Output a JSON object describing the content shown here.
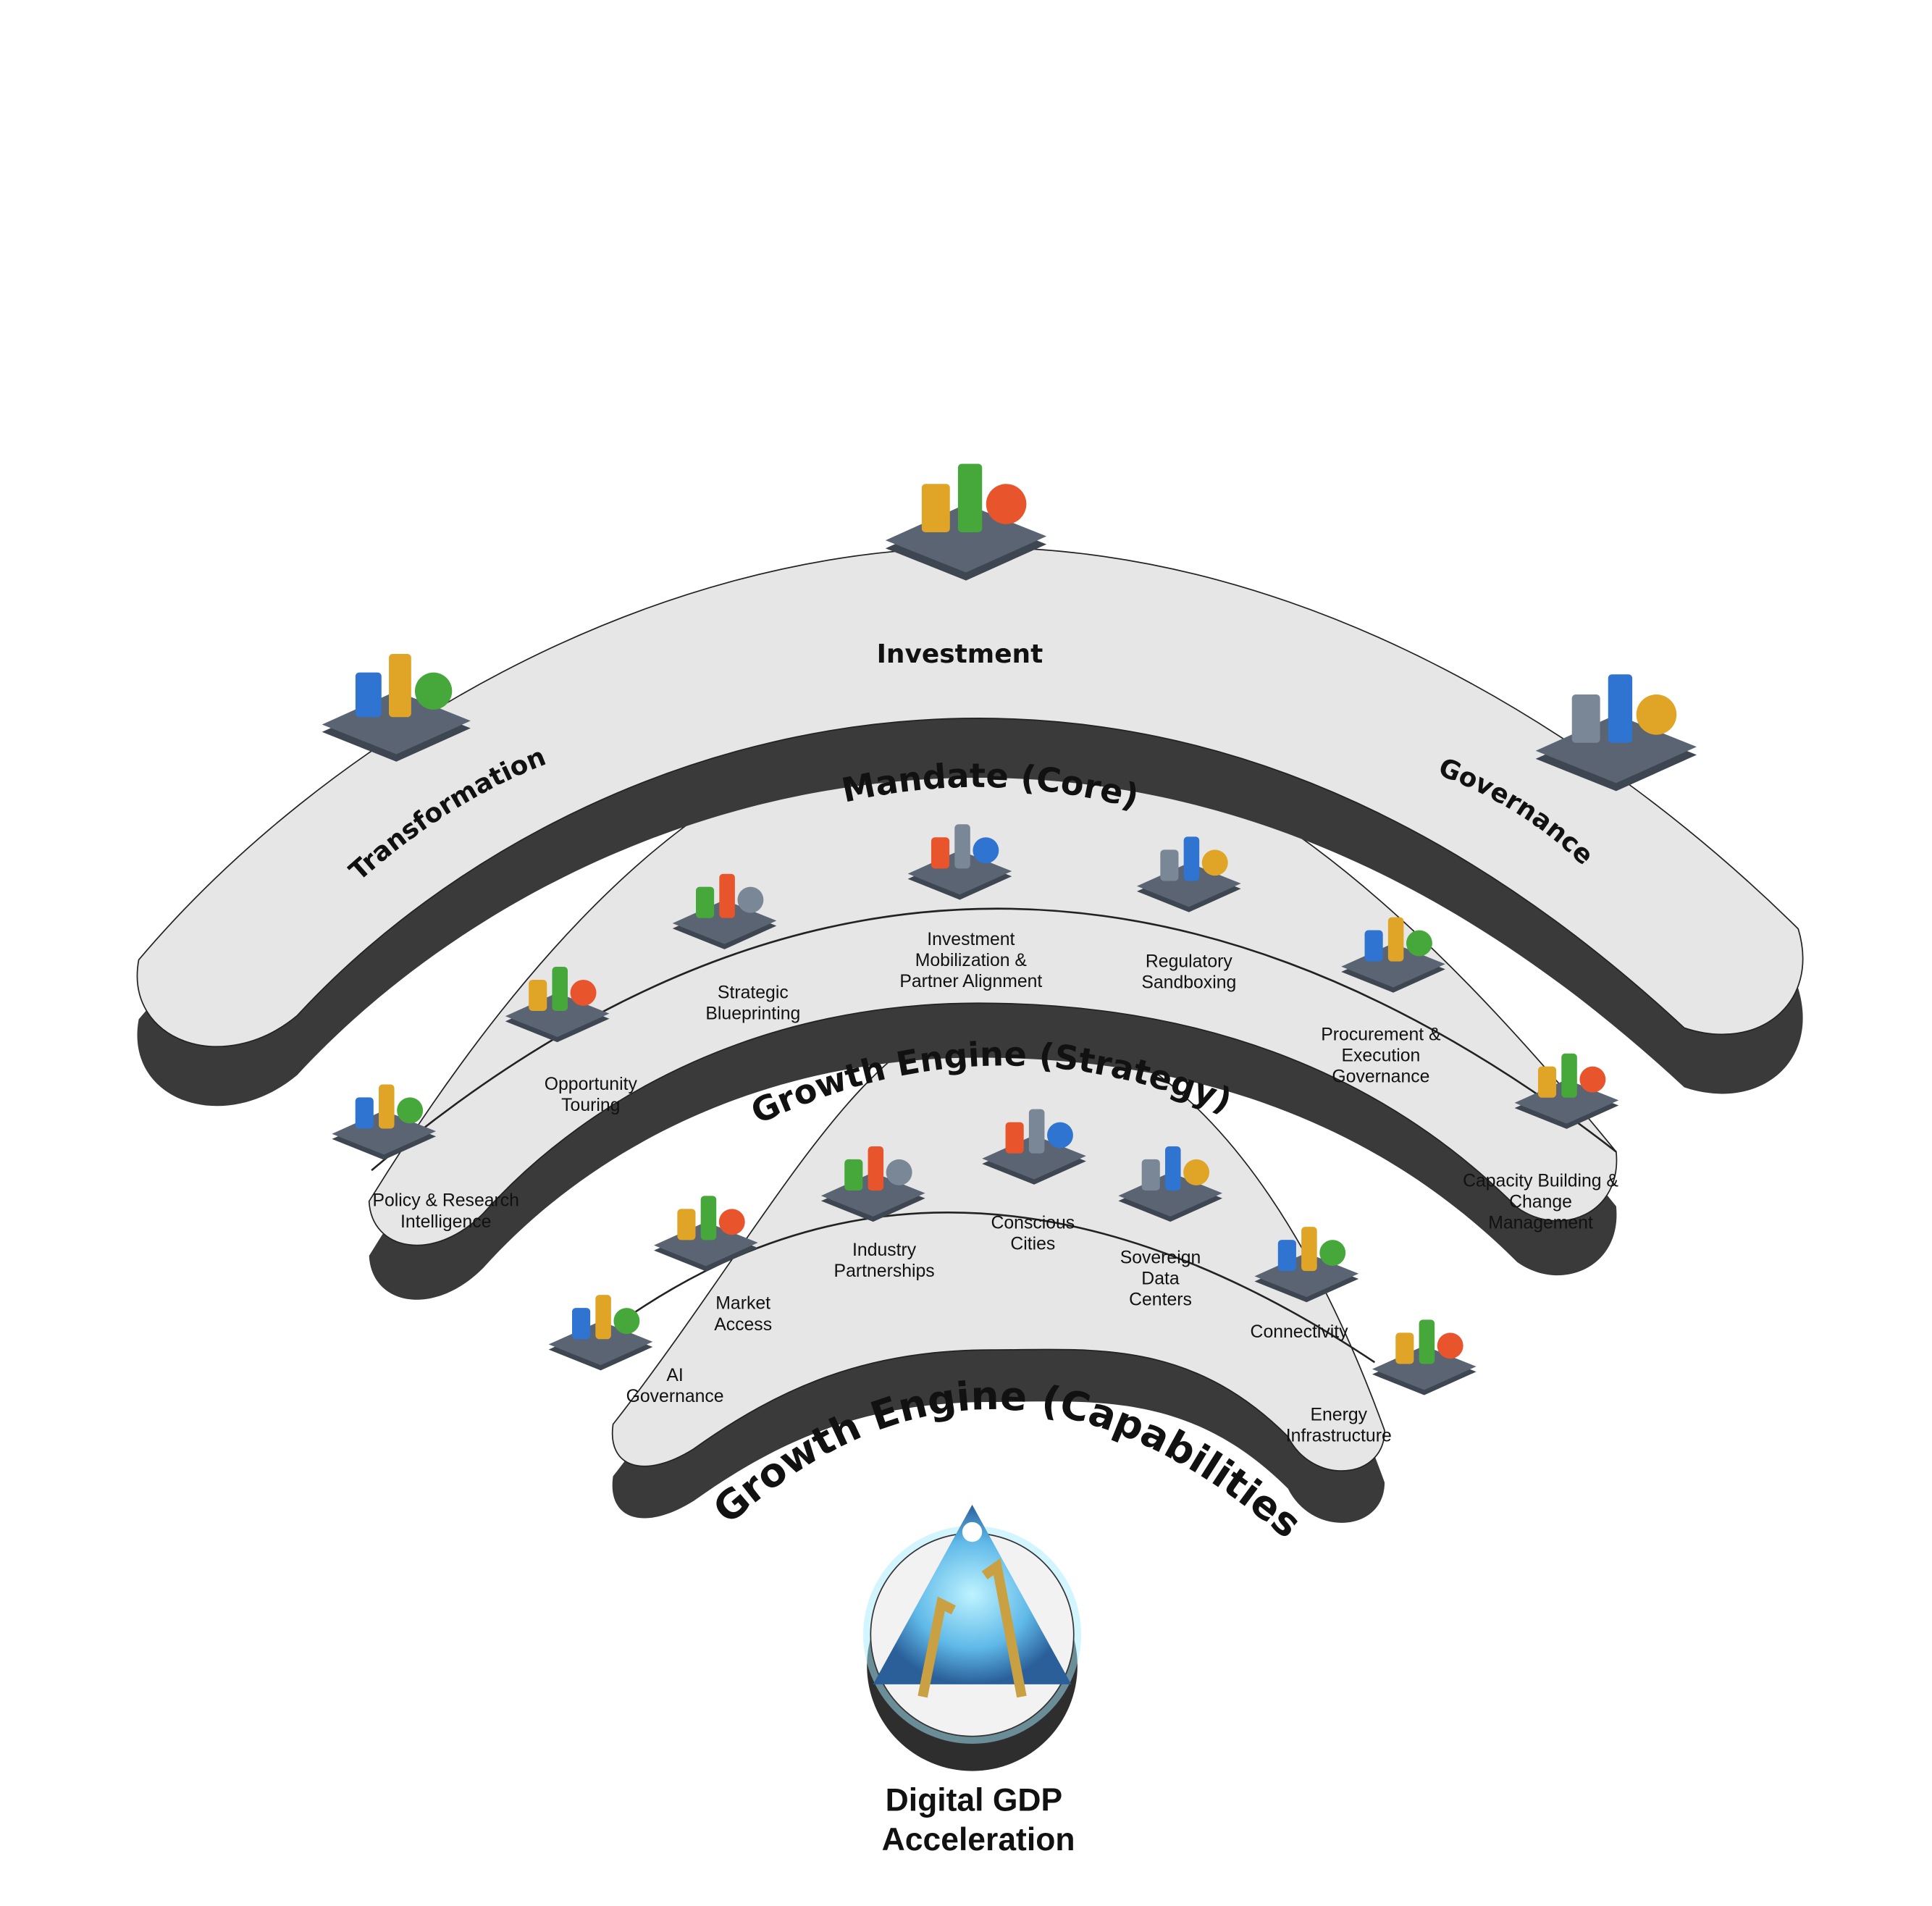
{
  "colors": {
    "band": "#e6e6e6",
    "shadow": "#3a3a3a",
    "track": "#222222",
    "glow": "#5fd7ff",
    "gold": "#e0a526"
  },
  "outer_band": {
    "left": "Transformation",
    "center": "Investment",
    "right": "Governance",
    "icons": {
      "left": "person-growth-icon",
      "center": "money-plant-icon",
      "right": "courthouse-icon"
    }
  },
  "mandate": {
    "title": "Mandate (Core)",
    "items": [
      {
        "lines": [
          "Policy & Research",
          "Intelligence"
        ],
        "icon": "research-magnifier-icon"
      },
      {
        "lines": [
          "Opportunity",
          "Touring"
        ],
        "icon": "globe-bus-icon"
      },
      {
        "lines": [
          "Strategic",
          "Blueprinting"
        ],
        "icon": "blueprint-icon"
      },
      {
        "lines": [
          "Investment",
          "Mobilization &",
          "Partner Alignment"
        ],
        "icon": "handshake-chart-icon"
      },
      {
        "lines": [
          "Regulatory",
          "Sandboxing"
        ],
        "icon": "coins-network-icon"
      },
      {
        "lines": [
          "Procurement &",
          "Execution",
          "Governance"
        ],
        "icon": "sandbox-construction-icon"
      },
      {
        "lines": [
          "Capacity Building &",
          "Change",
          "Management"
        ],
        "icon": "checklist-crane-icon"
      }
    ]
  },
  "strategy": {
    "title": "Growth Engine (Strategy)",
    "items": [
      {
        "lines": [
          "AI",
          "Governance"
        ],
        "icon": "ai-shield-robot-icon"
      },
      {
        "lines": [
          "Market",
          "Access"
        ],
        "icon": "gears-boxes-icon"
      },
      {
        "lines": [
          "Industry",
          "Partnerships"
        ],
        "icon": "handshake-network-icon"
      },
      {
        "lines": [
          "Conscious",
          "Cities"
        ],
        "icon": "city-icon"
      },
      {
        "lines": [
          "Sovereign",
          "Data",
          "Centers"
        ],
        "icon": "clipboard-analytics-icon"
      },
      {
        "lines": [
          "Connectivity"
        ],
        "icon": "industrial-handshake-icon"
      },
      {
        "lines": [
          "Energy",
          "Infrastructure"
        ],
        "icon": "energy-plant-icon"
      }
    ]
  },
  "capabilities": {
    "title": "Growth Engine (Capabilities)"
  },
  "core": {
    "lines": [
      "Digital GDP",
      "Acceleration"
    ],
    "icon": "glowing-pyramid-icon"
  }
}
